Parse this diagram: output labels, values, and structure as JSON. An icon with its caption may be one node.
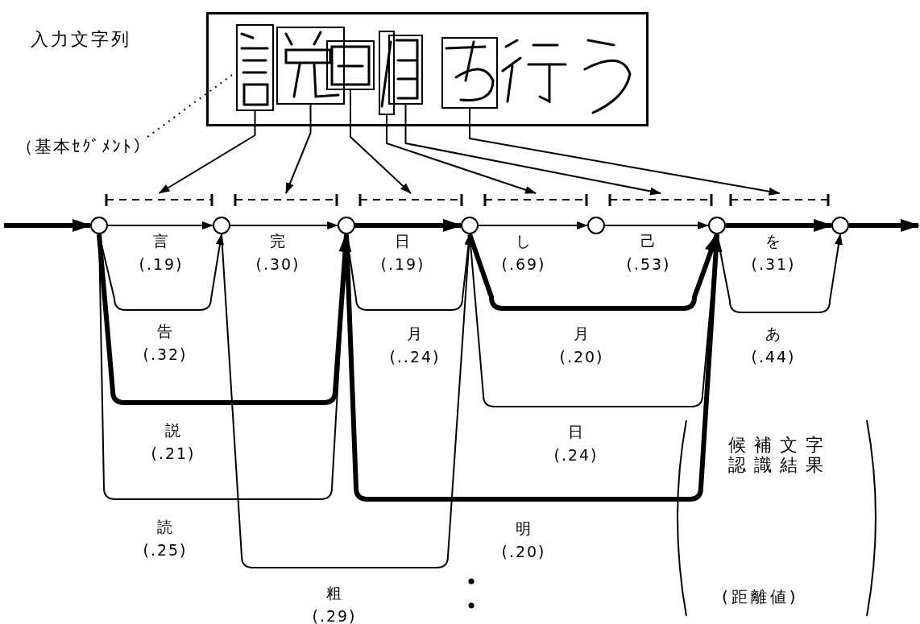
{
  "diagram": {
    "nodes": [
      {
        "text": [],
        "shape": "box"
      },
      {
        "text": [],
        "shape": "box",
        "in": 0
      },
      {
        "text": [],
        "shape": "box",
        "in": 0
      },
      {
        "text": [],
        "shape": "box",
        "in": 0
      },
      {
        "text": [],
        "shape": "box",
        "in": 0
      },
      {
        "text": [],
        "shape": "box",
        "in": 0
      },
      {
        "text": [],
        "shape": "box",
        "in": 0
      },
      {
        "text": [
          "（基本ｾｸﾞﾒﾝﾄ）"
        ]
      },
      {
        "text": [],
        "shape": "bar"
      },
      {
        "text": [],
        "shape": "bar"
      },
      {
        "text": [],
        "shape": "bar"
      },
      {
        "text": [],
        "shape": "bar"
      },
      {
        "text": [],
        "shape": "bar"
      },
      {
        "text": [],
        "shape": "bar"
      },
      {
        "text": [],
        "shape": "circle"
      },
      {
        "text": [],
        "shape": "circle"
      },
      {
        "text": [],
        "shape": "circle"
      },
      {
        "text": [],
        "shape": "circle"
      },
      {
        "text": [],
        "shape": "circle"
      },
      {
        "text": [],
        "shape": "circle"
      },
      {
        "text": [],
        "shape": "circle"
      }
    ],
    "edges": [
      {
        "from": 7,
        "to": 1,
        "arrow": "none",
        "style": "dashed"
      },
      {
        "from": 1,
        "to": 8,
        "arrow": "to"
      },
      {
        "from": 2,
        "to": 9,
        "arrow": "to"
      },
      {
        "from": 3,
        "to": 10,
        "arrow": "to"
      },
      {
        "from": 4,
        "to": 11,
        "arrow": "to"
      },
      {
        "from": 5,
        "to": 12,
        "arrow": "to"
      },
      {
        "from": 6,
        "to": 13,
        "arrow": "to"
      },
      {
        "from": null,
        "to": 14,
        "arrow": "to",
        "style": "thick"
      },
      {
        "from": 14,
        "to": 15,
        "arrow": "to",
        "label": "言 (.19)"
      },
      {
        "from": 15,
        "to": 16,
        "arrow": "to",
        "label": "完 (.30)"
      },
      {
        "from": 16,
        "to": 17,
        "arrow": "to",
        "label": "日 (.19)",
        "style": "thick"
      },
      {
        "from": 17,
        "to": 18,
        "arrow": "to",
        "label": "し (.69)"
      },
      {
        "from": 18,
        "to": 19,
        "arrow": "to",
        "label": "己 (.53)"
      },
      {
        "from": 19,
        "to": 20,
        "arrow": "to",
        "label": "を (.31)",
        "style": "thick"
      },
      {
        "from": 20,
        "to": null,
        "arrow": "to",
        "style": "thick"
      },
      {
        "from": 14,
        "to": 15,
        "arrow": "to",
        "label": "告 (.32)"
      },
      {
        "from": 14,
        "to": 16,
        "arrow": "to",
        "label": "説 (.21)",
        "style": "thick"
      },
      {
        "from": 14,
        "to": 16,
        "arrow": "to",
        "label": "読 (.25)"
      },
      {
        "from": 15,
        "to": 17,
        "arrow": "to",
        "label": "粗 (.29)"
      },
      {
        "from": 16,
        "to": 17,
        "arrow": "to",
        "label": "月 (..24)"
      },
      {
        "from": 17,
        "to": 19,
        "arrow": "to",
        "label": "月 (.20)",
        "style": "thick"
      },
      {
        "from": 17,
        "to": 19,
        "arrow": "to",
        "label": "日 (.24)"
      },
      {
        "from": 16,
        "to": 19,
        "arrow": "to",
        "label": "明 (.20)",
        "style": "thick"
      },
      {
        "from": 19,
        "to": 20,
        "arrow": "to",
        "label": "あ (.44)"
      }
    ],
    "labels": [
      "入力文字列",
      "候補文字認識結果",
      "(距離値)"
    ]
  }
}
